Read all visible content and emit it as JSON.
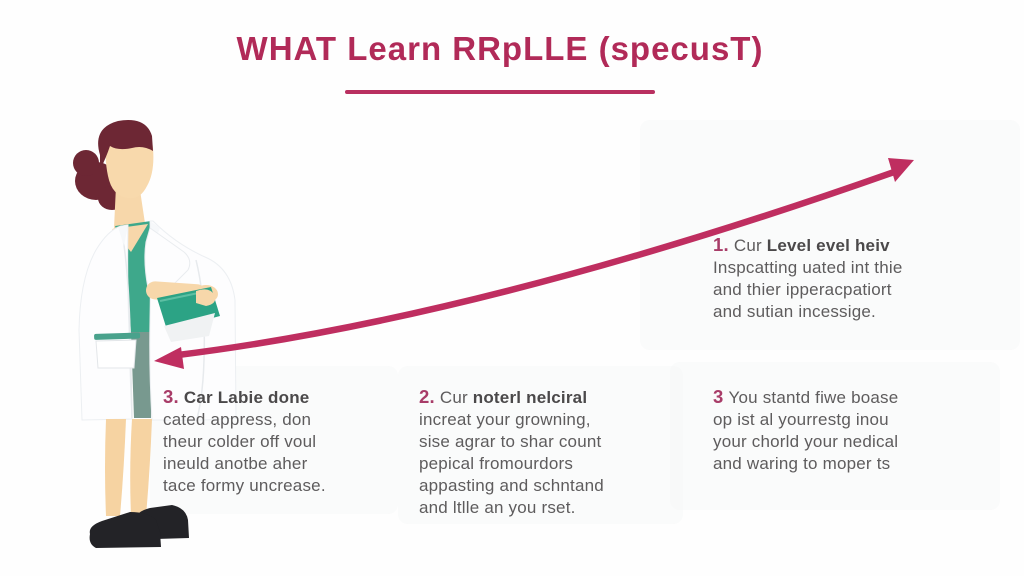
{
  "title": {
    "text": "WHAT Learn RRpLLE (specusT)"
  },
  "colors": {
    "accent_magenta": "#b12a58",
    "arrow": "#bf2e60",
    "number": "#a83c68",
    "body_text": "#5e5c5d",
    "heading_text": "#4b494a",
    "hair": "#6d2734",
    "skin": "#f7d7aa",
    "shirt_teal": "#3ea88b",
    "skirt_teal": "#78998f",
    "folder_teal": "#2ca385",
    "coat_white": "#fdfdfe",
    "shoes_black": "#232327"
  },
  "illustration": {
    "name": "female-scientist-in-lab-coat-holding-teal-folder"
  },
  "arrow": {
    "name": "rising-curved-arrow",
    "direction": "from lower-left to upper-right"
  },
  "points": [
    {
      "number": "1.",
      "lead": "Cur ",
      "lead_bold": "Level evel heiv",
      "lines": [
        "Inspcatting uated int thie",
        "and thier ipperacpatiort",
        "and sutian incessige."
      ]
    },
    {
      "number": "2.",
      "lead": "Cur ",
      "lead_bold": "noterl nelciral",
      "lines": [
        "increat your growning,",
        "sise agrar to shar count",
        "pepical fromourdors",
        "appasting and schntand",
        "and ltlle an you rset."
      ]
    },
    {
      "number": "3.",
      "lead": "",
      "lead_bold": "Car Labie done",
      "lines": [
        "cated appress, don",
        "theur colder off voul",
        "ineuld anotbe aher",
        "tace formy uncrease."
      ]
    },
    {
      "number": "3",
      "lead": "You stantd fiwe boase",
      "lead_bold": "",
      "lines": [
        "op ist al yourrestg inou",
        "your chorld your nedical",
        "and waring to moper ts"
      ]
    }
  ]
}
